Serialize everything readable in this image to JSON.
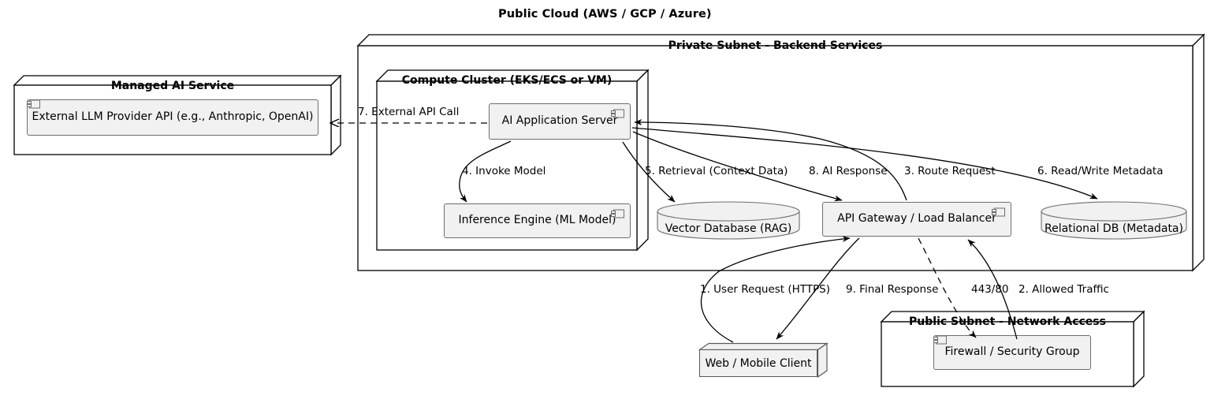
{
  "diagram": {
    "title": "Public Cloud (AWS / GCP / Azure)",
    "type": "uml-deployment-diagram",
    "colors": {
      "component_fill": "#F1F1F1",
      "component_stroke": "#6E6E6E",
      "node_fill": "#FFFFFF",
      "line": "#000000",
      "text": "#000000"
    }
  },
  "containers": {
    "managed_ai_service": {
      "title": "Managed AI Service"
    },
    "private_subnet": {
      "title": "Private Subnet - Backend Services"
    },
    "compute_cluster": {
      "title": "Compute Cluster (EKS/ECS or VM)"
    },
    "public_subnet": {
      "title": "Public Subnet - Network Access"
    }
  },
  "nodes": {
    "external_llm": {
      "label": "External LLM Provider API (e.g., Anthropic, OpenAI)",
      "kind": "component"
    },
    "ai_app_server": {
      "label": "AI Application Server",
      "kind": "component"
    },
    "inference_engine": {
      "label": "Inference Engine (ML Model)",
      "kind": "component"
    },
    "vector_db": {
      "label": "Vector Database (RAG)",
      "kind": "database"
    },
    "api_gateway": {
      "label": "API Gateway / Load Balancer",
      "kind": "component"
    },
    "relational_db": {
      "label": "Relational DB (Metadata)",
      "kind": "database"
    },
    "web_mobile_client": {
      "label": "Web / Mobile Client",
      "kind": "node"
    },
    "firewall": {
      "label": "Firewall / Security Group",
      "kind": "component"
    }
  },
  "edges": [
    {
      "id": "e1",
      "label": "1. User Request (HTTPS)",
      "from": "web_mobile_client",
      "to": "api_gateway",
      "style": "solid"
    },
    {
      "id": "e2",
      "label": "2. Allowed Traffic",
      "from": "firewall",
      "to": "api_gateway",
      "style": "solid"
    },
    {
      "id": "e3",
      "label": "3. Route Request",
      "from": "api_gateway",
      "to": "ai_app_server",
      "style": "solid"
    },
    {
      "id": "e4",
      "label": "4. Invoke Model",
      "from": "ai_app_server",
      "to": "inference_engine",
      "style": "solid"
    },
    {
      "id": "e5",
      "label": "5. Retrieval (Context Data)",
      "from": "ai_app_server",
      "to": "vector_db",
      "style": "solid"
    },
    {
      "id": "e6",
      "label": "6. Read/Write Metadata",
      "from": "ai_app_server",
      "to": "relational_db",
      "style": "solid"
    },
    {
      "id": "e7",
      "label": "7. External API Call",
      "from": "ai_app_server",
      "to": "external_llm",
      "style": "dashed"
    },
    {
      "id": "e8",
      "label": "8. AI Response",
      "from": "ai_app_server",
      "to": "api_gateway",
      "style": "solid"
    },
    {
      "id": "e9",
      "label": "9. Final Response",
      "from": "api_gateway",
      "to": "web_mobile_client",
      "style": "solid"
    },
    {
      "id": "e10",
      "label": "443/80",
      "from": "api_gateway",
      "to": "firewall",
      "style": "dashed"
    }
  ]
}
